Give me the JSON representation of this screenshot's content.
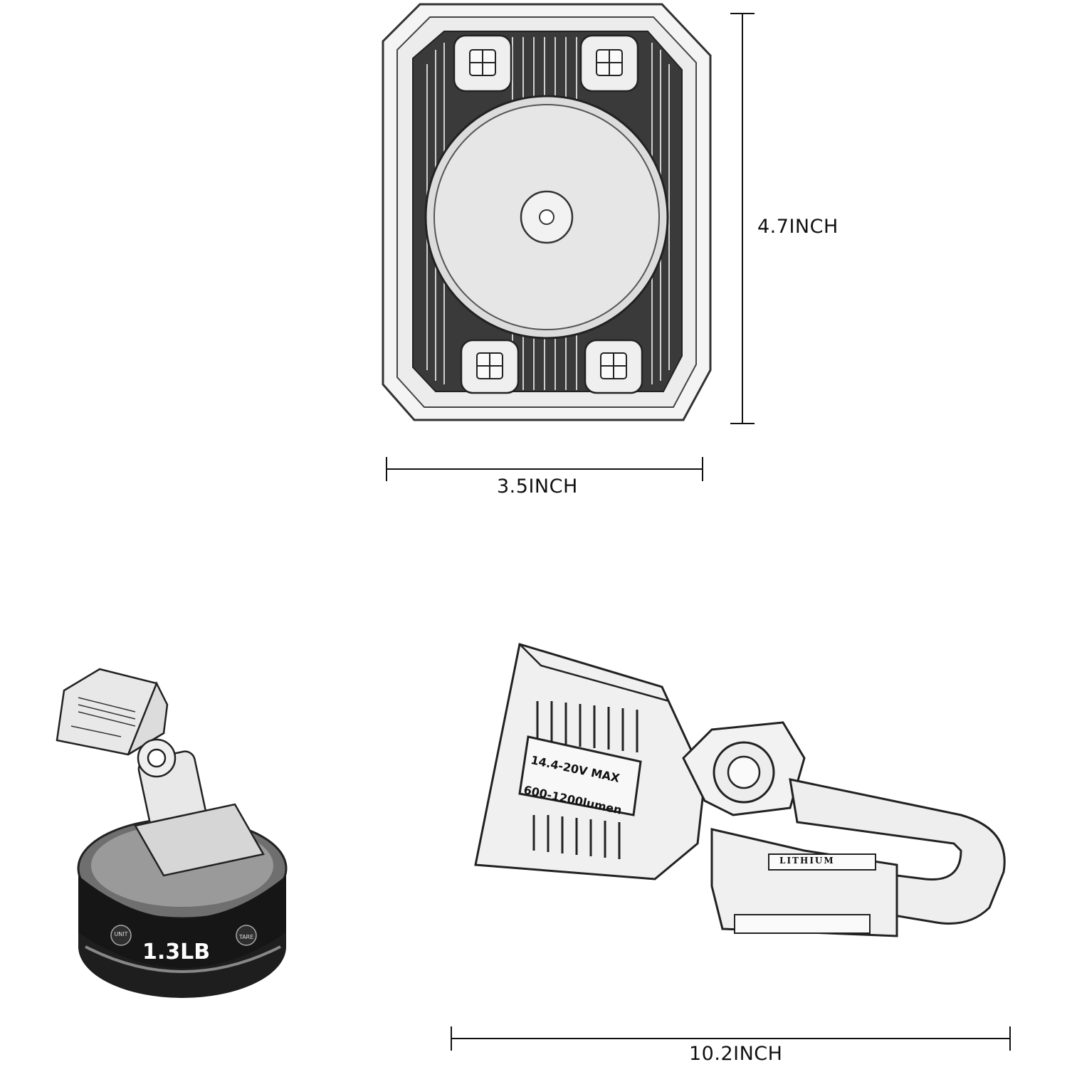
{
  "dimensions": {
    "height_label": "4.7INCH",
    "width_label": "3.5INCH",
    "length_label": "10.2INCH"
  },
  "scale": {
    "weight": "1.3LB",
    "unit_button": "UNIT",
    "tare_button": "TARE"
  },
  "light_label": {
    "line1": "14.4-20V MAX",
    "line2": "600-1200lumen"
  },
  "battery_label": "LITHIUM",
  "icons": {
    "front_view": "work-light-front-view",
    "side_view": "work-light-side-view",
    "scale": "digital-scale-icon"
  }
}
